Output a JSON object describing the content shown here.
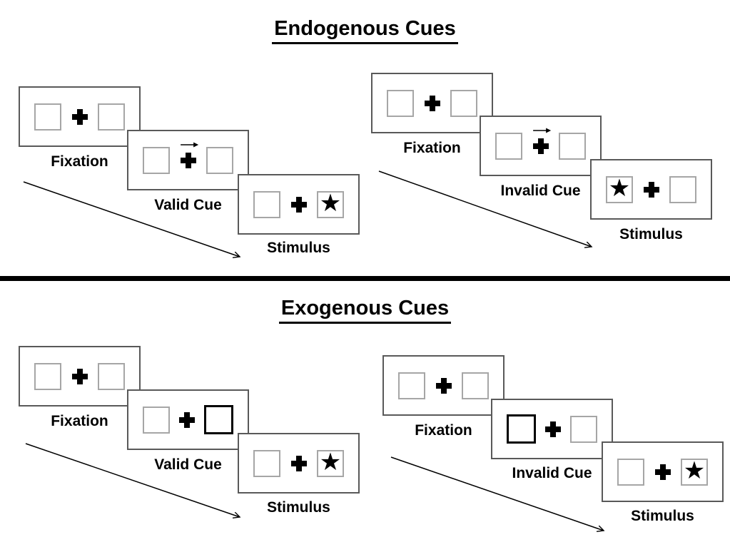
{
  "diagram": {
    "type": "posner-cueing-paradigm",
    "colors": {
      "ink": "#000000",
      "panel_border": "#595959",
      "box_border": "#a6a6a6",
      "cue_box_border": "#000000",
      "background": "#ffffff"
    }
  },
  "icons": {
    "star": "★",
    "fixation_cross": "+",
    "cue_arrow_direction": "right"
  },
  "sections": [
    {
      "title": "Endogenous Cues",
      "sequences": [
        {
          "name": "valid",
          "panels": [
            {
              "label": "Fixation"
            },
            {
              "label": "Valid Cue",
              "cue": "central-arrow-right"
            },
            {
              "label": "Stimulus",
              "star_position": "right"
            }
          ]
        },
        {
          "name": "invalid",
          "panels": [
            {
              "label": "Fixation"
            },
            {
              "label": "Invalid Cue",
              "cue": "central-arrow-right"
            },
            {
              "label": "Stimulus",
              "star_position": "left"
            }
          ]
        }
      ]
    },
    {
      "title": "Exogenous Cues",
      "sequences": [
        {
          "name": "valid",
          "panels": [
            {
              "label": "Fixation"
            },
            {
              "label": "Valid Cue",
              "cue": "peripheral-box-right"
            },
            {
              "label": "Stimulus",
              "star_position": "right"
            }
          ]
        },
        {
          "name": "invalid",
          "panels": [
            {
              "label": "Fixation"
            },
            {
              "label": "Invalid Cue",
              "cue": "peripheral-box-left"
            },
            {
              "label": "Stimulus",
              "star_position": "right"
            }
          ]
        }
      ]
    }
  ]
}
